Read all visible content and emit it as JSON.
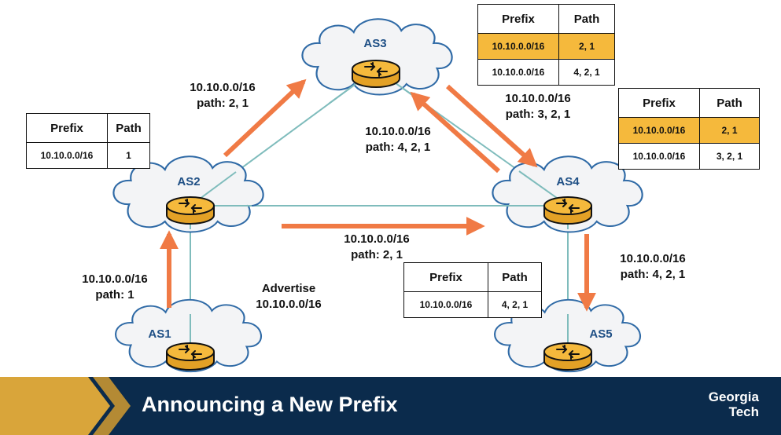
{
  "colors": {
    "arrow": "#f07a45",
    "link": "#7fbcbc",
    "cloud_fill": "#f3f4f6",
    "cloud_stroke": "#2f6aa6",
    "router": "#f5b93c",
    "best_row": "#f5b93c",
    "footer_bg": "#0b2b4c"
  },
  "nodes": [
    {
      "id": "as1",
      "label": "AS1"
    },
    {
      "id": "as2",
      "label": "AS2"
    },
    {
      "id": "as3",
      "label": "AS3"
    },
    {
      "id": "as4",
      "label": "AS4"
    },
    {
      "id": "as5",
      "label": "AS5"
    }
  ],
  "links": [
    {
      "from": "as1",
      "to": "as2"
    },
    {
      "from": "as2",
      "to": "as3"
    },
    {
      "from": "as2",
      "to": "as4"
    },
    {
      "from": "as3",
      "to": "as4"
    },
    {
      "from": "as4",
      "to": "as5"
    }
  ],
  "announcements": [
    {
      "from": "as1",
      "to": "as2",
      "prefix": "10.10.0.0/16",
      "path": "path: 1"
    },
    {
      "from": "as2",
      "to": "as3",
      "prefix": "10.10.0.0/16",
      "path": "path: 2, 1"
    },
    {
      "from": "as2",
      "to": "as4",
      "prefix": "10.10.0.0/16",
      "path": "path: 2, 1"
    },
    {
      "from": "as3",
      "to": "as4",
      "prefix": "10.10.0.0/16",
      "path": "path: 3, 2, 1"
    },
    {
      "from": "as4",
      "to": "as3",
      "prefix": "10.10.0.0/16",
      "path": "path: 4, 2, 1"
    },
    {
      "from": "as4",
      "to": "as5",
      "prefix": "10.10.0.0/16",
      "path": "path: 4, 2, 1"
    }
  ],
  "advertise": {
    "line1": "Advertise",
    "line2": "10.10.0.0/16"
  },
  "tables": {
    "as2": {
      "headers": [
        "Prefix",
        "Path"
      ],
      "rows": [
        {
          "prefix": "10.10.0.0/16",
          "path": "1",
          "best": false
        }
      ]
    },
    "as3": {
      "headers": [
        "Prefix",
        "Path"
      ],
      "rows": [
        {
          "prefix": "10.10.0.0/16",
          "path": "2, 1",
          "best": true
        },
        {
          "prefix": "10.10.0.0/16",
          "path": "4, 2, 1",
          "best": false
        }
      ]
    },
    "as4": {
      "headers": [
        "Prefix",
        "Path"
      ],
      "rows": [
        {
          "prefix": "10.10.0.0/16",
          "path": "2, 1",
          "best": true
        },
        {
          "prefix": "10.10.0.0/16",
          "path": "3, 2, 1",
          "best": false
        }
      ]
    },
    "as5": {
      "headers": [
        "Prefix",
        "Path"
      ],
      "rows": [
        {
          "prefix": "10.10.0.0/16",
          "path": "4, 2, 1",
          "best": false
        }
      ]
    }
  },
  "footer": {
    "title": "Announcing a New Prefix",
    "logo_line1": "Georgia",
    "logo_line2": "Tech"
  }
}
